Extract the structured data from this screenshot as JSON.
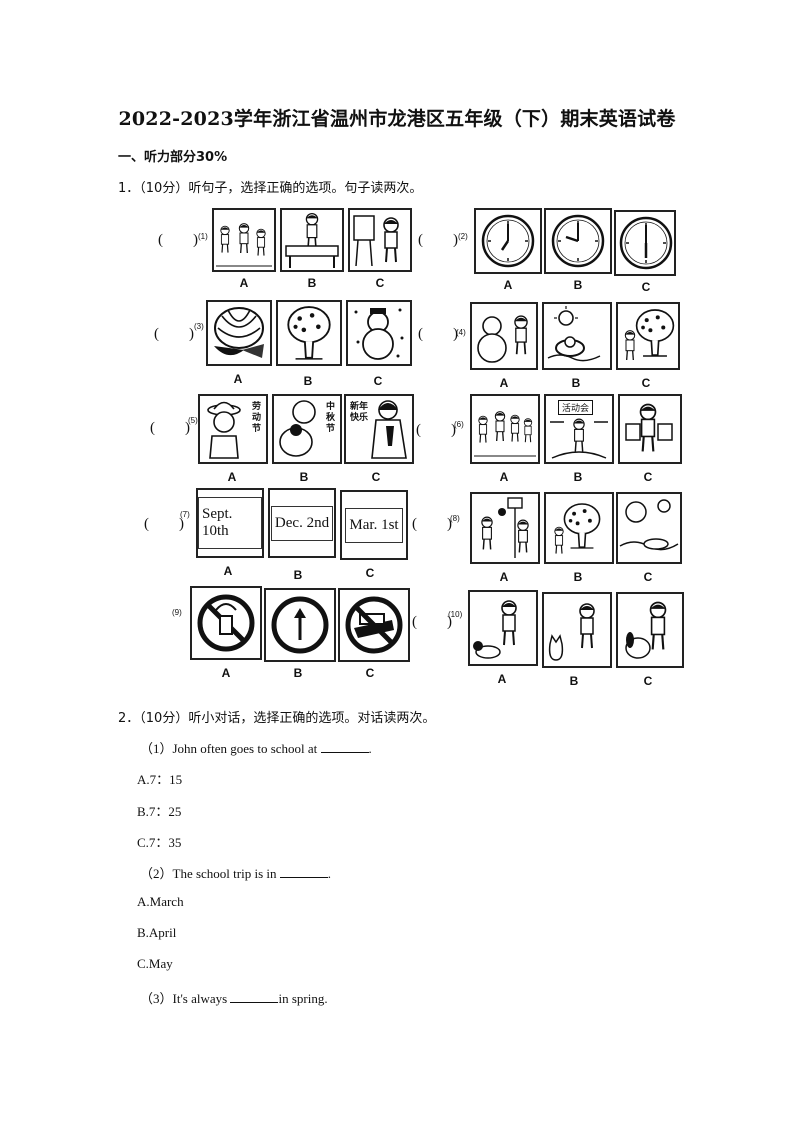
{
  "title": "2022-2023学年浙江省温州市龙港区五年级（下）期末英语试卷",
  "section1": "一、听力部分30%",
  "q1": {
    "heading": "1．（10分）听句子，选择正确的选项。句子读两次。",
    "items": [
      {
        "num": "(1)",
        "labels": [
          "A",
          "B",
          "C"
        ],
        "icons": [
          "family-picnic-icon",
          "boy-writing-icon",
          "girl-painting-icon"
        ]
      },
      {
        "num": "(2)",
        "labels": [
          "A",
          "B",
          "C"
        ],
        "icons": [
          "clock-icon",
          "clock-icon",
          "clock-icon"
        ]
      },
      {
        "num": "(3)",
        "labels": [
          "A",
          "B",
          "C"
        ],
        "icons": [
          "watermelon-icon",
          "apple-tree-icon",
          "snowman-icon"
        ]
      },
      {
        "num": "(4)",
        "labels": [
          "A",
          "B",
          "C"
        ],
        "icons": [
          "snowman-kids-icon",
          "swimming-icon",
          "apple-picking-icon"
        ]
      },
      {
        "num": "(5)",
        "labels": [
          "A",
          "B",
          "C"
        ],
        "icons": [
          "girl-hat-icon",
          "moon-festival-icon",
          "lion-dance-icon"
        ],
        "captions": [
          "",
          "中秋节",
          "新年快乐"
        ],
        "side_text": [
          "劳动节",
          "",
          ""
        ]
      },
      {
        "num": "(6)",
        "labels": [
          "A",
          "B",
          "C"
        ],
        "icons": [
          "class-group-icon",
          "sports-day-icon",
          "girl-reading-icon"
        ],
        "banner": "活动会"
      },
      {
        "num": "(7)",
        "labels": [
          "A",
          "B",
          "C"
        ],
        "dates": [
          "Sept. 10th",
          "Dec. 2nd",
          "Mar. 1st"
        ]
      },
      {
        "num": "(8)",
        "labels": [
          "A",
          "B",
          "C"
        ],
        "icons": [
          "basketball-icon",
          "fruit-tree-icon",
          "beach-icon"
        ]
      },
      {
        "num": "(9)",
        "labels": [
          "A",
          "B",
          "C"
        ],
        "icons": [
          "no-littering-sign-icon",
          "one-way-sign-icon",
          "no-eating-sign-icon"
        ]
      },
      {
        "num": "(10)",
        "labels": [
          "A",
          "B",
          "C"
        ],
        "icons": [
          "boy-dog-icon",
          "girl-cat-icon",
          "girl-dog-icon"
        ]
      }
    ]
  },
  "q2": {
    "heading": "2．（10分）听小对话，选择正确的选项。对话读两次。",
    "lines": [
      {
        "text": "（1）John often goes to school at ",
        "blank": true,
        "after": "."
      },
      {
        "text": "A.7：15"
      },
      {
        "text": "B.7：25"
      },
      {
        "text": "C.7：35"
      },
      {
        "text": "（2）The school trip is in ",
        "blank": true,
        "after": "."
      },
      {
        "text": "A.March"
      },
      {
        "text": "B.April"
      },
      {
        "text": "C.May"
      },
      {
        "text": "（3）It's always ",
        "blank": true,
        "after": "in spring."
      }
    ]
  }
}
